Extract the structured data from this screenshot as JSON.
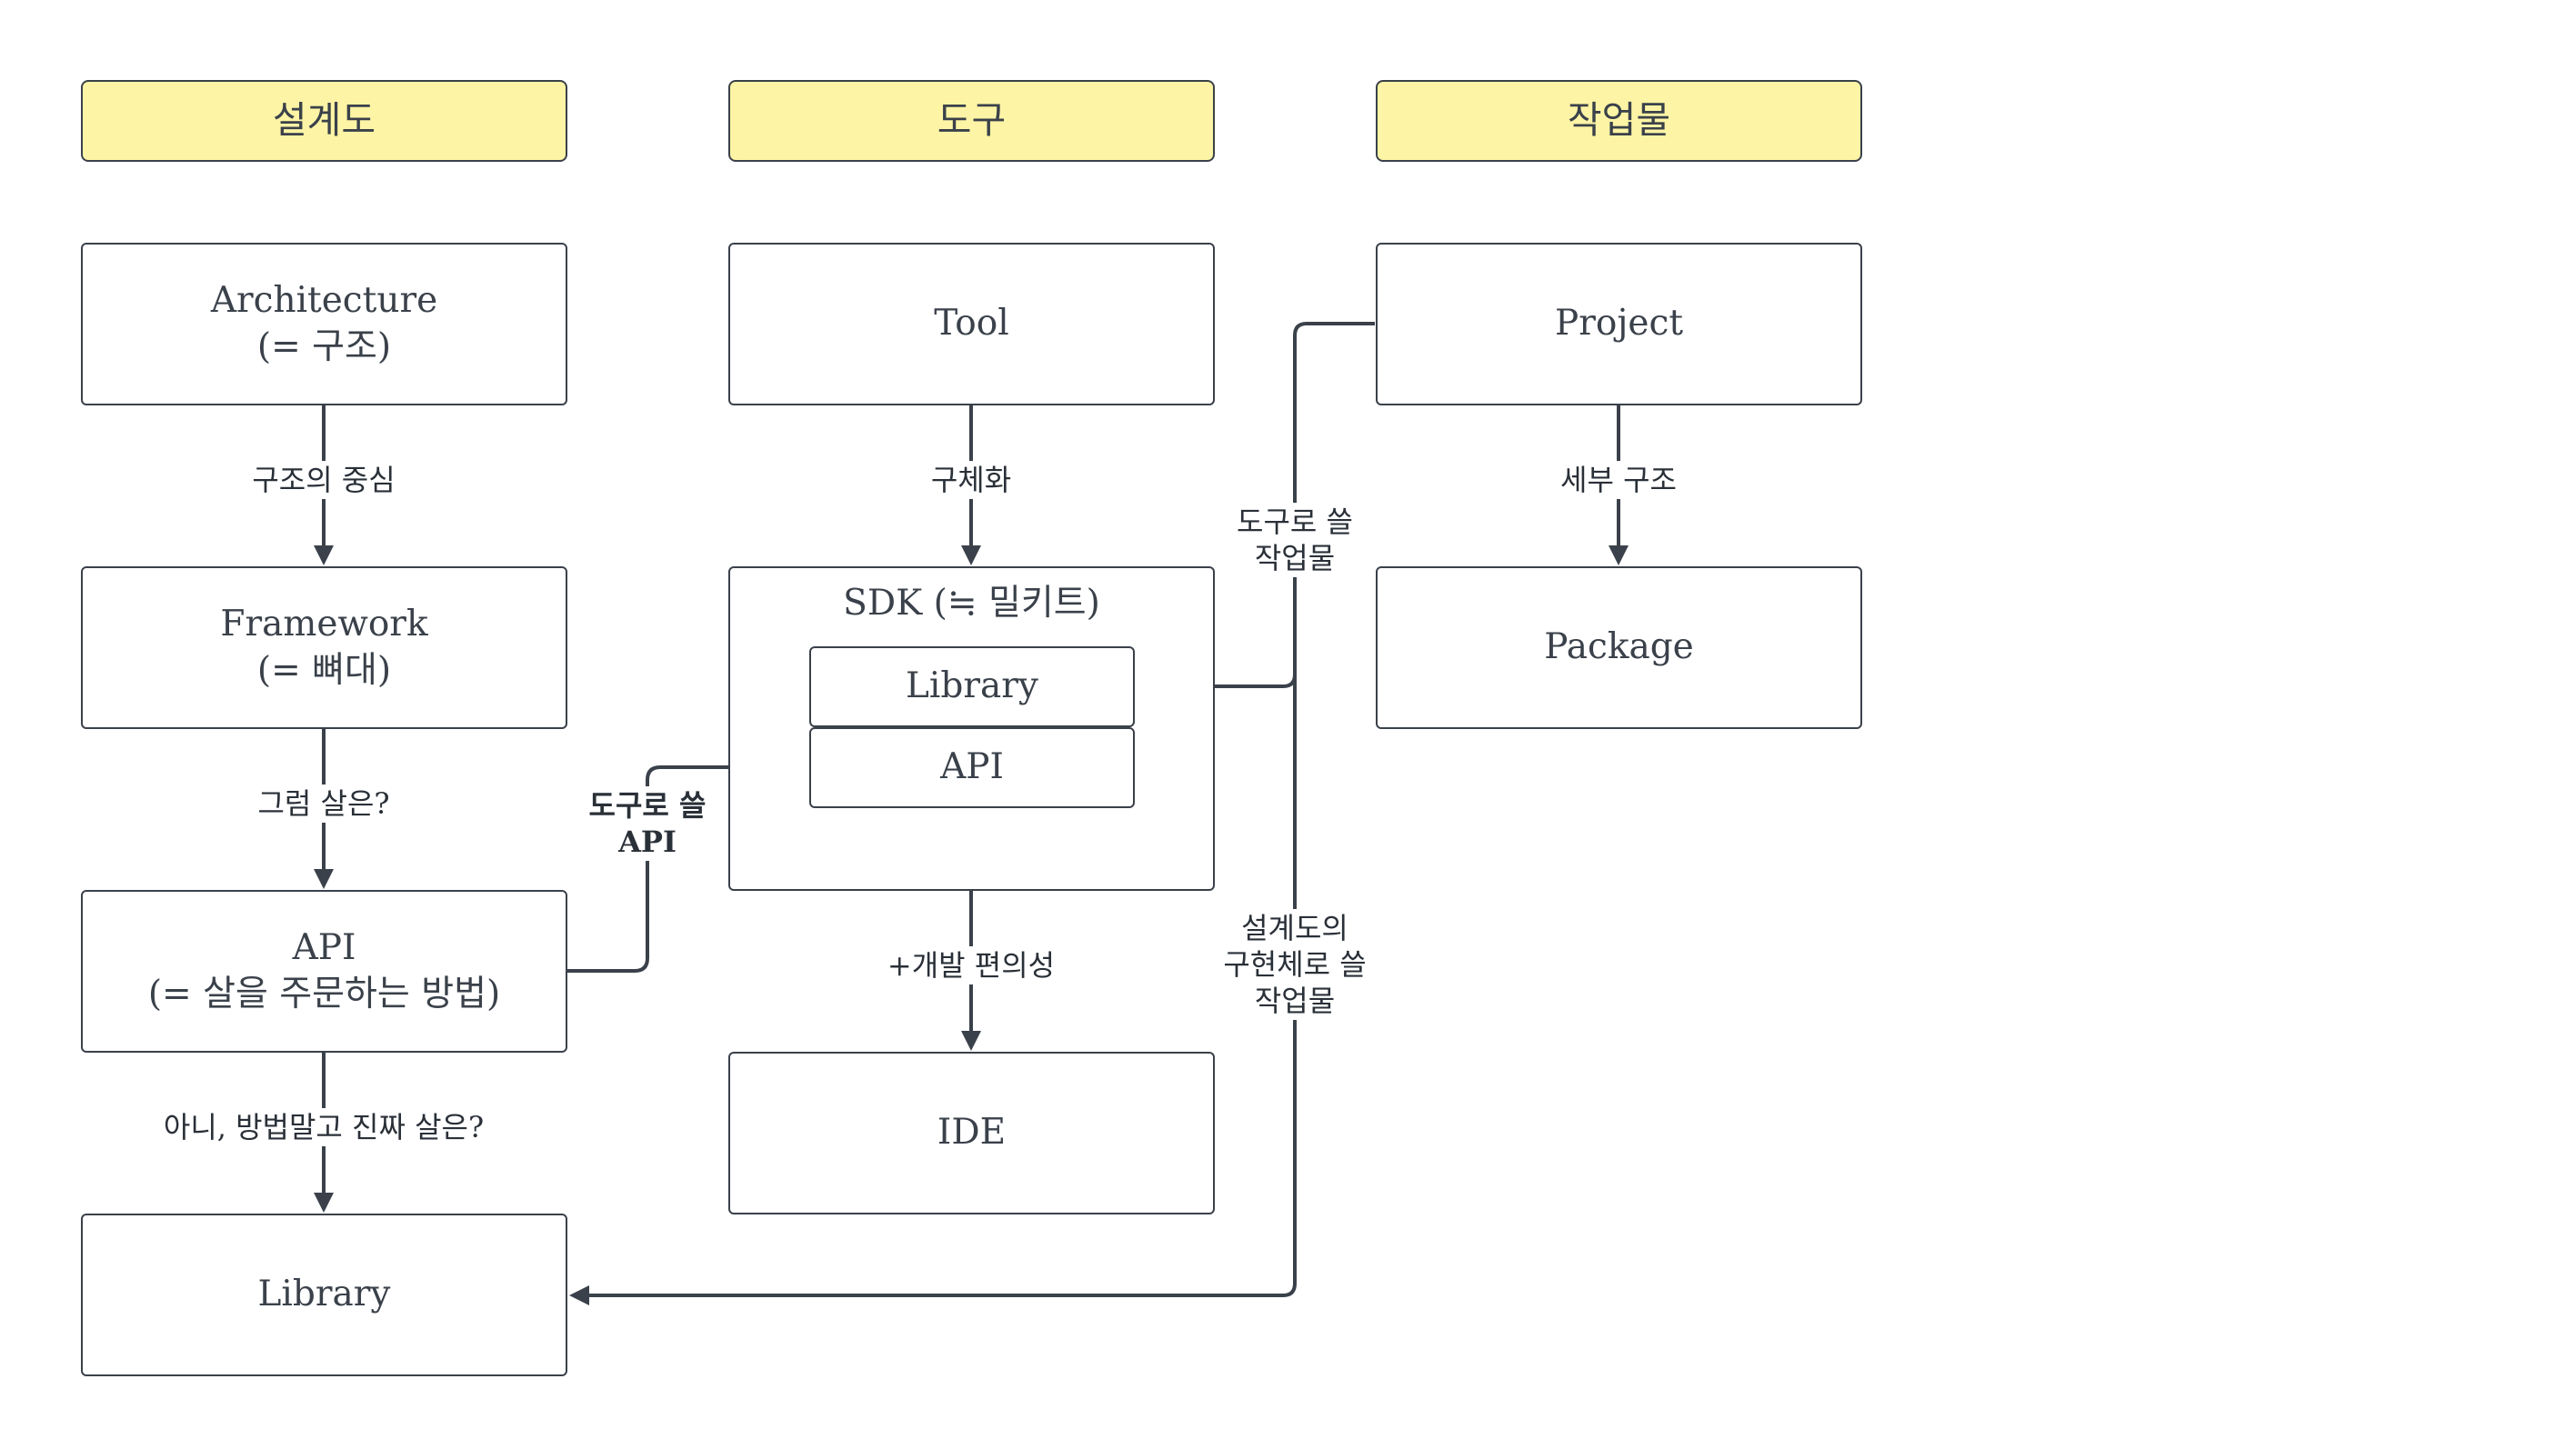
{
  "headers": {
    "blueprint": "설계도",
    "tool": "도구",
    "artifact": "작업물"
  },
  "nodes": {
    "architecture": {
      "line1": "Architecture",
      "line2": "(= 구조)"
    },
    "framework": {
      "line1": "Framework",
      "line2": "(= 뼈대)"
    },
    "api": {
      "line1": "API",
      "line2": "(= 살을 주문하는 방법)"
    },
    "library_left": {
      "line1": "Library"
    },
    "tool": {
      "line1": "Tool"
    },
    "sdk": {
      "line1": "SDK (≒ 밀키트)"
    },
    "sdk_library": {
      "line1": "Library"
    },
    "sdk_api": {
      "line1": "API"
    },
    "ide": {
      "line1": "IDE"
    },
    "project": {
      "line1": "Project"
    },
    "package": {
      "line1": "Package"
    }
  },
  "edges": {
    "arch_to_framework": {
      "line1": "구조의 중심"
    },
    "framework_to_api": {
      "line1": "그럼 살은?"
    },
    "api_to_library": {
      "line1": "아니, 방법말고 진짜 살은?"
    },
    "tool_to_sdk": {
      "line1": "구체화"
    },
    "sdk_to_ide": {
      "line1": "+개발 편의성"
    },
    "api_to_sdk_api": {
      "line1": "도구로 쓸",
      "line2": "API"
    },
    "project_to_sdk_library": {
      "line1": "도구로 쓸",
      "line2": "작업물"
    },
    "project_to_library_left": {
      "line1": "설계도의",
      "line2": "구현체로 쓸",
      "line3": "작업물"
    },
    "project_to_package": {
      "line1": "세부 구조"
    }
  },
  "colors": {
    "header_fill": "#fdf4a5",
    "stroke": "#3a414a",
    "background": "#ffffff"
  }
}
